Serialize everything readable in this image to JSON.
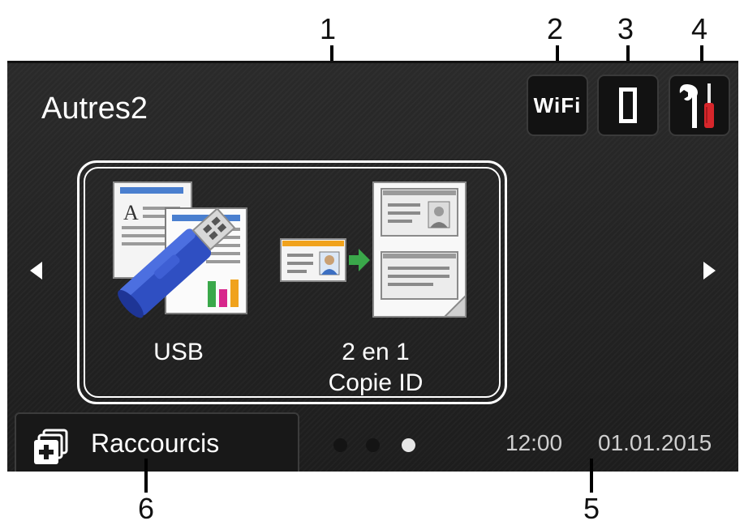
{
  "screen": {
    "title": "Autres2"
  },
  "status_bar": {
    "wifi_label": "WiFi"
  },
  "apps": [
    {
      "label_line1": "USB",
      "label_line2": ""
    },
    {
      "label_line1": "2 en 1",
      "label_line2": "Copie ID"
    }
  ],
  "footer": {
    "shortcut_label": "Raccourcis",
    "time": "12:00",
    "date": "01.01.2015",
    "page_count": 3,
    "active_page": 3
  },
  "callouts": [
    "1",
    "2",
    "3",
    "4",
    "5",
    "6"
  ],
  "colors": {
    "screen_bg": "#262626",
    "text": "#ffffff",
    "dot_inactive": "#1a1a1a",
    "dot_active": "#e6e6e6",
    "usb_stick": "#2f4fc2",
    "arrow_green": "#3aa84a",
    "tool_red": "#d7262b"
  },
  "icons": {
    "left_nav": "triangle-left-icon",
    "right_nav": "triangle-right-icon",
    "wifi": "wifi-icon",
    "toner": "toner-icon",
    "settings": "tools-icon",
    "usb": "usb-icon",
    "id_copy": "id-copy-icon",
    "shortcuts": "shortcuts-icon"
  }
}
